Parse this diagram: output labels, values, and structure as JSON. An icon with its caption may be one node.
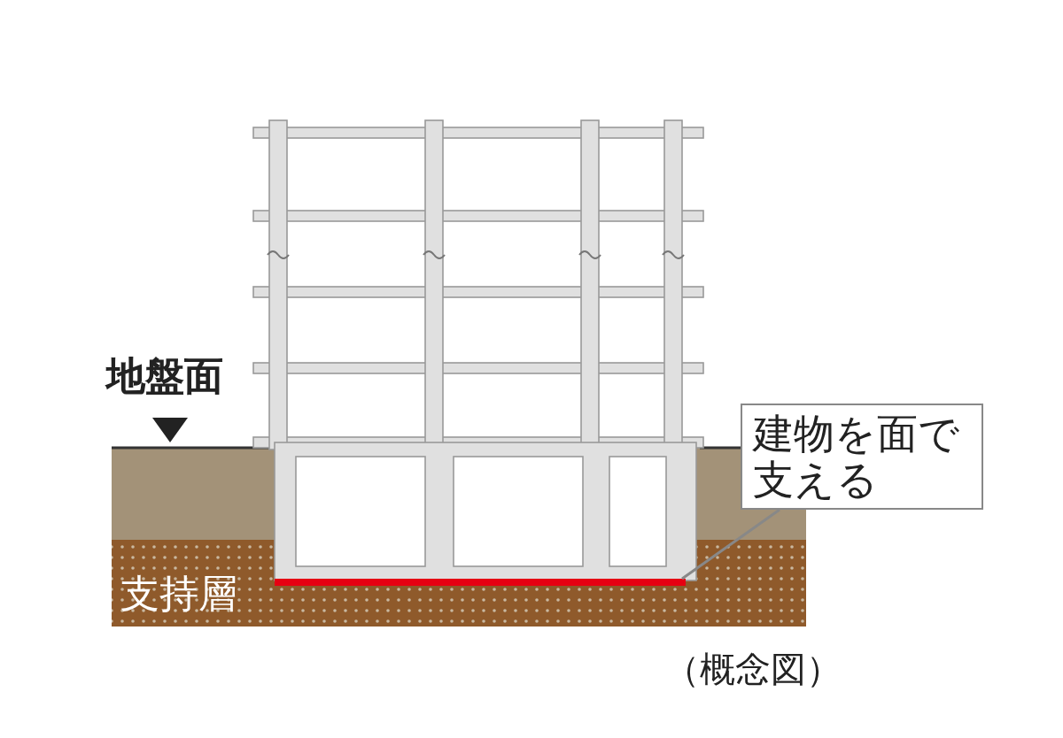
{
  "diagram": {
    "nodes": [
      {
        "text": [
          "建物を面で支える"
        ]
      },
      {
        "text": [],
        "shape": "bar"
      }
    ],
    "edges": [
      {
        "from": 0,
        "to": 1,
        "arrow": "none"
      }
    ],
    "labels": [
      "地盤面",
      "支持層",
      "（概念図）"
    ]
  }
}
